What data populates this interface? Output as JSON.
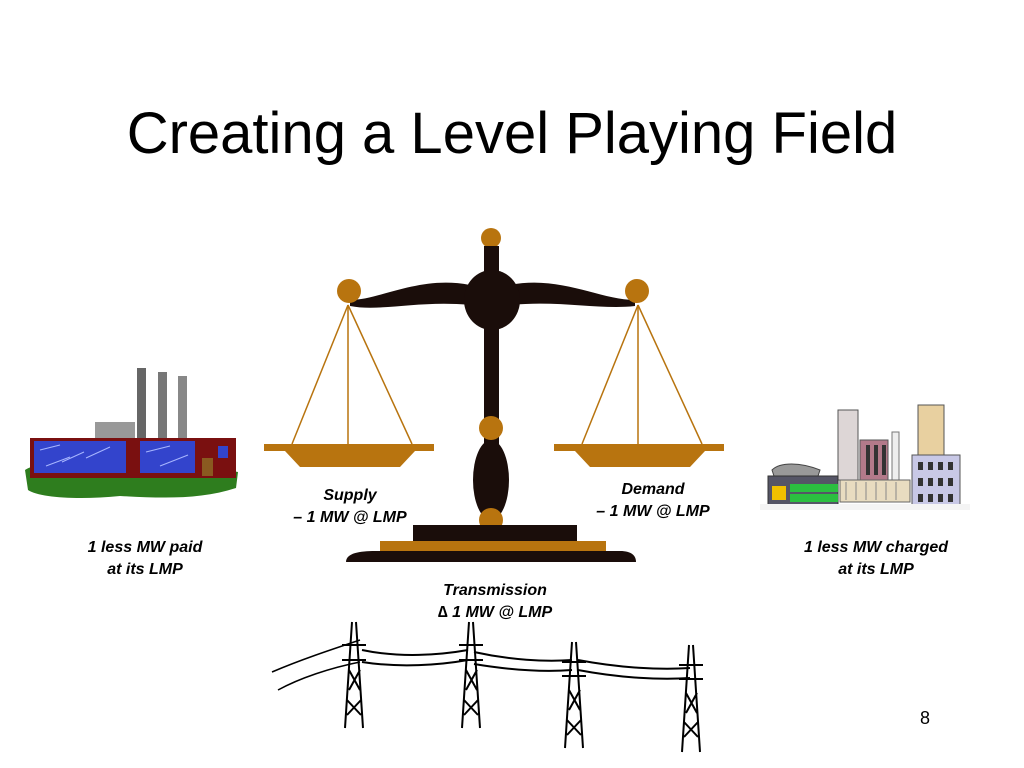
{
  "slide": {
    "title": "Creating a Level Playing Field",
    "page_number": "8"
  },
  "labels": {
    "supply": {
      "line1": "Supply",
      "line2": "– 1 MW @ LMP"
    },
    "demand": {
      "line1": "Demand",
      "line2": "– 1 MW @ LMP"
    },
    "transmission": {
      "line1": "Transmission",
      "line2": "∆ 1 MW @ LMP"
    },
    "generator": {
      "line1": "1 less MW paid",
      "line2": "at its LMP"
    },
    "load": {
      "line1": "1 less MW charged",
      "line2": "at its LMP"
    }
  },
  "colors": {
    "scale_body": "#1a0d0a",
    "scale_gold": "#b8740f",
    "factory_wall": "#7a1010",
    "factory_window": "#3344cc",
    "ground": "#2e7d1e"
  },
  "icons": [
    "balance-scale-icon",
    "factory-icon",
    "city-icon",
    "transmission-tower-icon"
  ]
}
